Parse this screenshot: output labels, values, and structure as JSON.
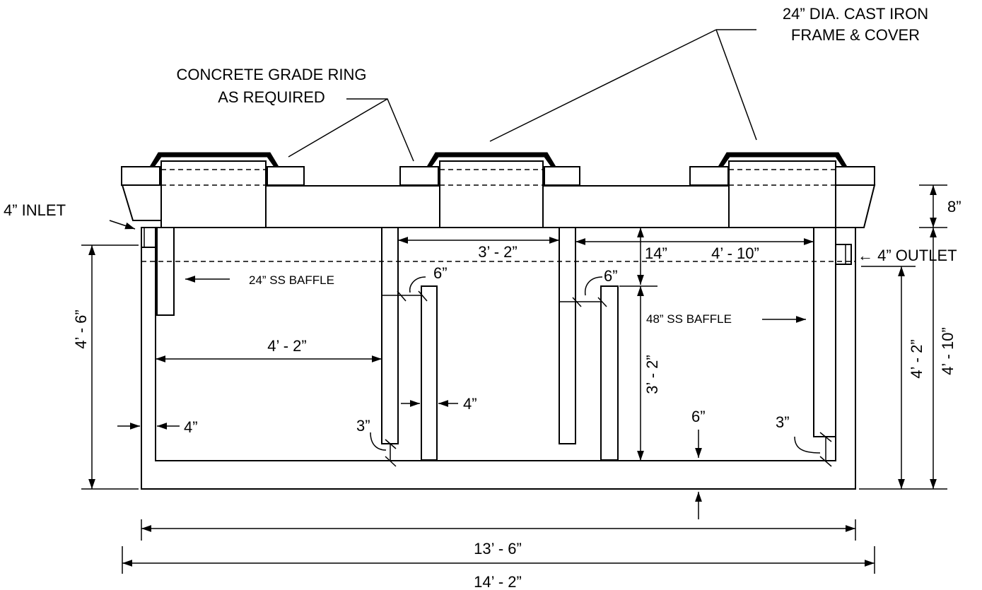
{
  "callouts": {
    "frame_cover_line1": "24” DIA. CAST IRON",
    "frame_cover_line2": "FRAME & COVER",
    "grade_ring_line1": "CONCRETE GRADE RING",
    "grade_ring_line2": "AS REQUIRED",
    "inlet": "4” INLET",
    "outlet": "← 4” OUTLET",
    "baffle_24": "24” SS BAFFLE",
    "baffle_48": "48” SS BAFFLE"
  },
  "dimensions": {
    "top_height": "8”",
    "liquid_depth": "4’ - 6”",
    "wall_thickness": "4”",
    "inlet_chamber": "4’ - 2”",
    "middle_chamber": "3’ - 2”",
    "outlet_chamber": "4’ - 10”",
    "freeboard": "14”",
    "baffle_gap_1": "6”",
    "baffle_gap_2": "6”",
    "baffle_thickness": "4”",
    "baffle_height": "3’ - 2”",
    "bottom_gap_1": "3”",
    "bottom_gap_2": "3”",
    "floor_thickness": "6”",
    "outlet_invert": "4’ - 2”",
    "overall_height": "4’ - 10”",
    "inside_length": "13’ - 6”",
    "overall_length": "14’ - 2”"
  }
}
